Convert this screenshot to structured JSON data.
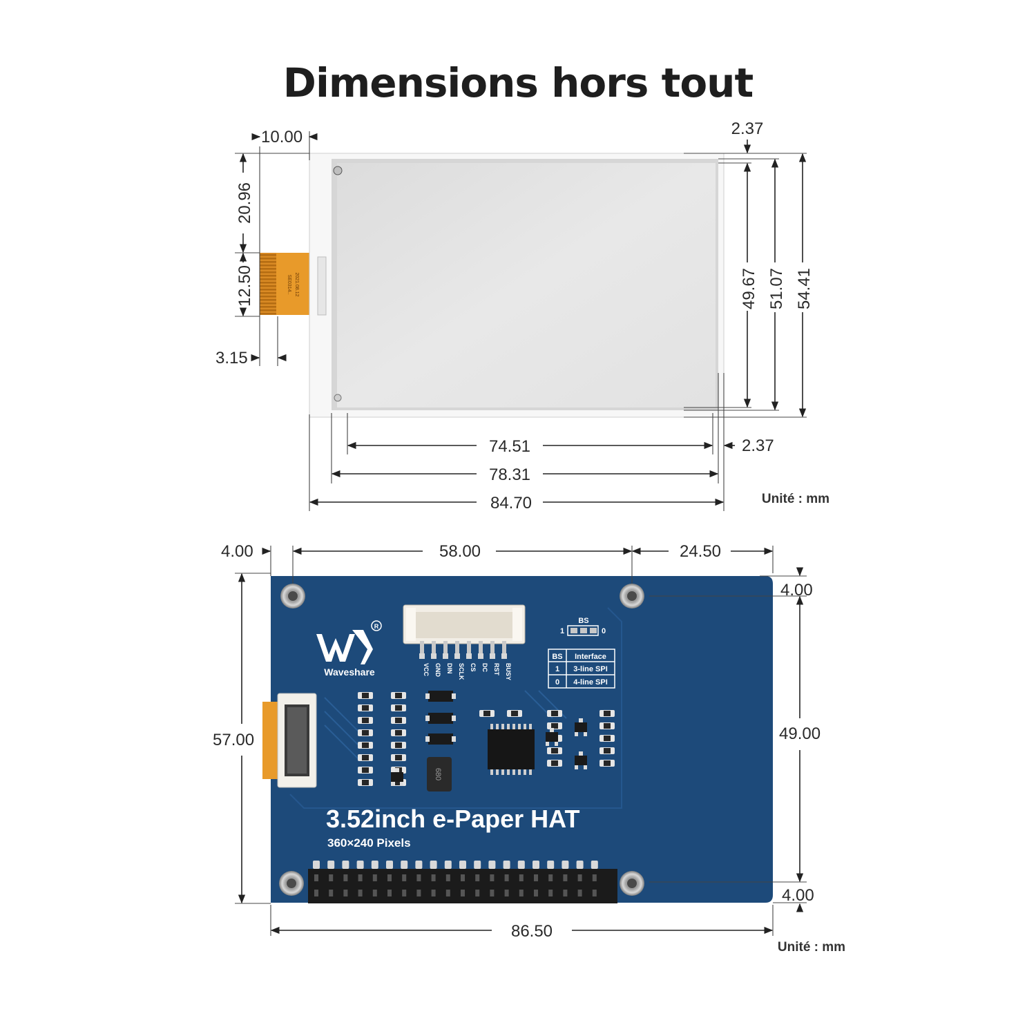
{
  "title": "Dimensions hors tout",
  "unit_label": "Unité : mm",
  "display": {
    "dim_fpc_offset": "10.00",
    "dim_top_right_gap": "2.37",
    "dim_fpc_top": "20.96",
    "dim_fpc_width": "12.50",
    "dim_fpc_depth": "3.15",
    "dim_active_height": "49.67",
    "dim_panel_height": "51.07",
    "dim_overall_height": "54.41",
    "dim_active_width": "74.51",
    "dim_right_gap": "2.37",
    "dim_panel_width": "78.31",
    "dim_overall_width": "84.70",
    "fpc_marking_1": "SE0314..",
    "fpc_marking_2": "2021.08.12"
  },
  "hat": {
    "dim_left_hole_offset": "4.00",
    "dim_hole_spacing_x": "58.00",
    "dim_right_offset": "24.50",
    "dim_top_hole_offset": "4.00",
    "dim_overall_height": "57.00",
    "dim_hole_spacing_y": "49.00",
    "dim_bottom_hole_offset": "4.00",
    "dim_overall_width": "86.50",
    "brand": "Waveshare",
    "product_name": "3.52inch e-Paper HAT",
    "resolution": "360×240 Pixels",
    "pin_labels": [
      "VCC",
      "GND",
      "DIN",
      "SCLK",
      "CS",
      "DC",
      "RST",
      "BUSY"
    ],
    "bs_label": "BS",
    "bs_one": "1",
    "bs_zero": "0",
    "table_headers": [
      "BS",
      "Interface"
    ],
    "table_rows": [
      [
        "1",
        "3-line SPI"
      ],
      [
        "0",
        "4-line SPI"
      ]
    ],
    "inductor_marking": "680"
  },
  "colors": {
    "pcb_blue": "#1d4a7a",
    "fpc_orange": "#e89a2a",
    "panel_gray": "#e4e4e4",
    "header_black": "#1b1b1b"
  }
}
